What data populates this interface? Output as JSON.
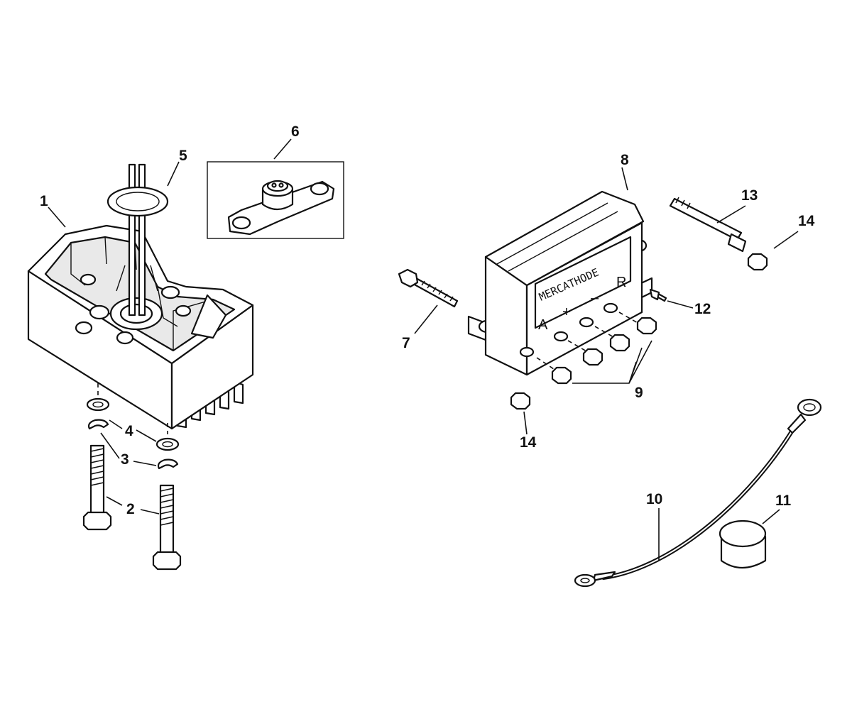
{
  "callouts": [
    "1",
    "2",
    "3",
    "4",
    "5",
    "6",
    "7",
    "8",
    "9",
    "10",
    "11",
    "12",
    "13",
    "14"
  ],
  "regulator": {
    "brand": "MERCATHODE",
    "terminal_labels": [
      "A",
      "+",
      "–",
      "R"
    ]
  }
}
